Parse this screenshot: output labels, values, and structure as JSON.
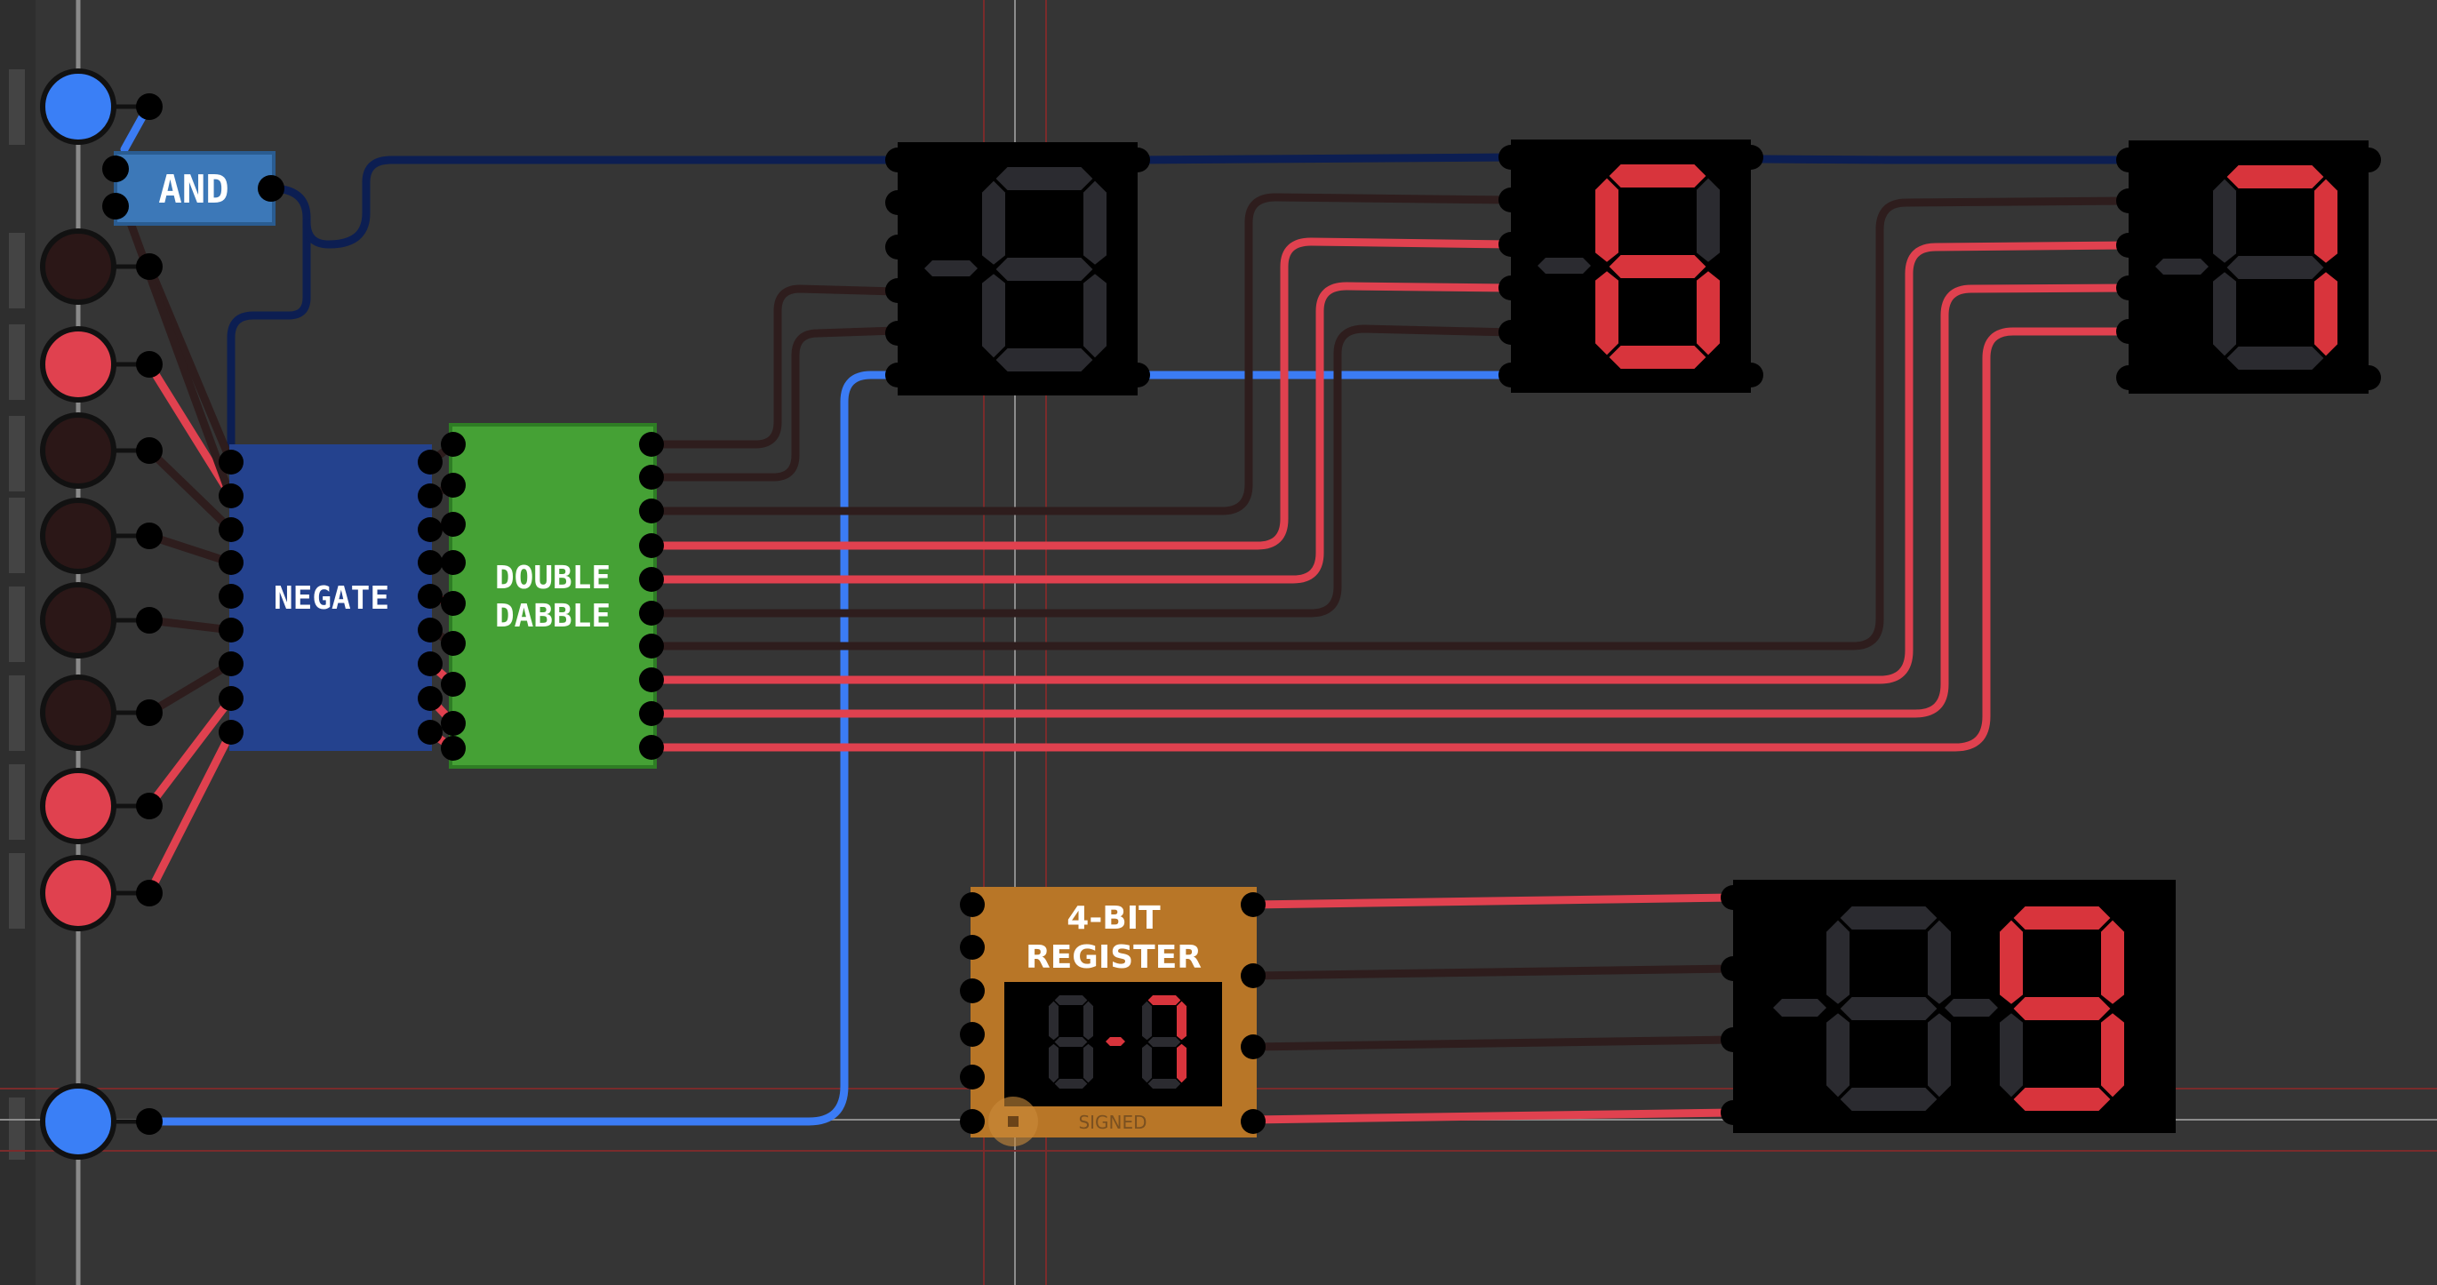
{
  "colors": {
    "background": "#353535",
    "wire_on": "#e0414f",
    "wire_off": "#2e1d1d",
    "wire_blue": "#3b7cf5",
    "wire_navy": "#0c1e52",
    "input_on": "#e0414f",
    "input_off": "#2b1717",
    "input_blue": "#3a7ff6",
    "and_chip": "#3c78b8",
    "negate_chip": "#24428e",
    "dabble_chip": "#45a135",
    "register_chip": "#b87627",
    "seg_on": "#d8343c",
    "seg_off": "#2b2b30"
  },
  "chips": {
    "and_label": "AND",
    "negate_label": "NEGATE",
    "double_dabble_line1": "DOUBLE",
    "double_dabble_line2": "DABBLE",
    "register_line1": "4-BIT",
    "register_line2": "REGISTER",
    "register_mode_label": "SIGNED"
  },
  "inputs": {
    "top_clock": "on",
    "bits": [
      "off",
      "on",
      "off",
      "off",
      "off",
      "off",
      "on",
      "on"
    ],
    "bottom_clock": "on"
  },
  "displays": {
    "digit1": "blank",
    "digit2": "6",
    "digit3": "7",
    "register_readout": "-7",
    "big_output": "9"
  }
}
